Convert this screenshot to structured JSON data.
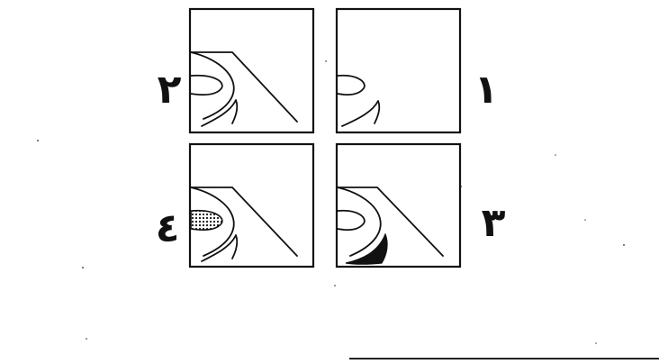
{
  "labels": {
    "panel_1": "١",
    "panel_2": "٢",
    "panel_3": "٣",
    "panel_4": "٤"
  },
  "colors": {
    "ink": "#111111",
    "background": "#ffffff"
  }
}
